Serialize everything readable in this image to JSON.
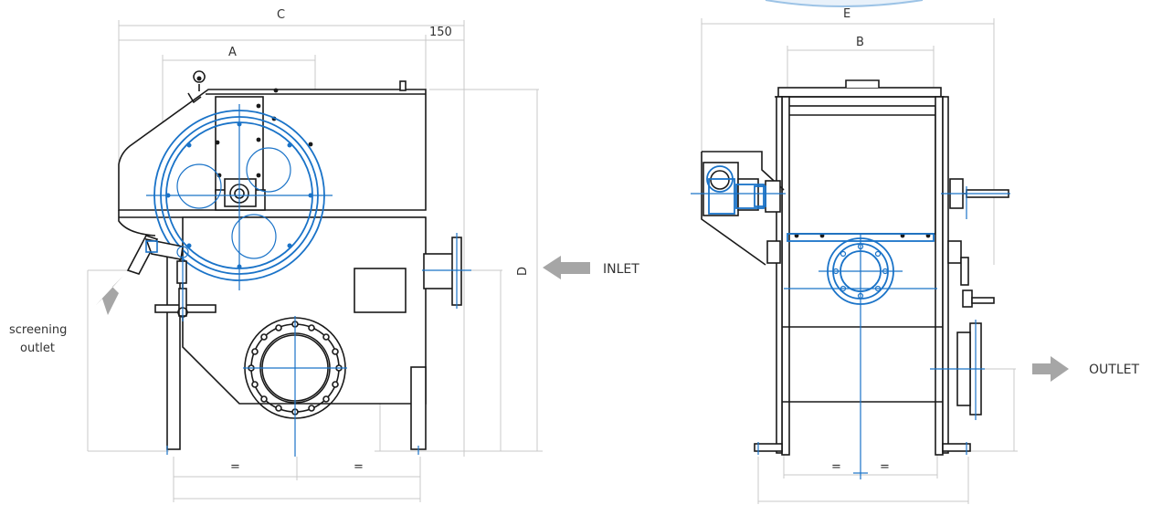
{
  "labels": {
    "C": "C",
    "A": "A",
    "dim150": "150",
    "D": "D",
    "E": "E",
    "B": "B",
    "eq1": "=",
    "eq2": "=",
    "eq3": "=",
    "eq4": "=",
    "inlet": "INLET",
    "outlet": "OUTLET",
    "screening": "screening",
    "screening2": "outlet"
  },
  "colors": {
    "drawing": "#1a1a1a",
    "centerlines": "#1a73c8",
    "dimension_lines": "#c8c8c8",
    "arrows": "#a6a6a6"
  }
}
